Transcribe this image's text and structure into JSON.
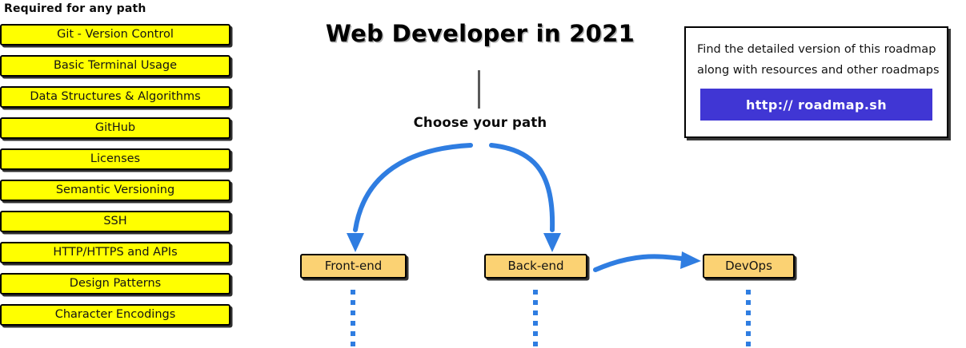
{
  "required": {
    "heading": "Required for any path",
    "items": [
      {
        "label": "Git - Version Control"
      },
      {
        "label": "Basic Terminal Usage"
      },
      {
        "label": "Data Structures & Algorithms"
      },
      {
        "label": "GitHub"
      },
      {
        "label": "Licenses"
      },
      {
        "label": "Semantic Versioning"
      },
      {
        "label": "SSH"
      },
      {
        "label": "HTTP/HTTPS and APIs"
      },
      {
        "label": "Design Patterns"
      },
      {
        "label": "Character Encodings"
      }
    ]
  },
  "flow": {
    "title": "Web Developer in 2021",
    "choose_label": "Choose your path",
    "paths": [
      {
        "label": "Front-end"
      },
      {
        "label": "Back-end"
      },
      {
        "label": "DevOps"
      }
    ]
  },
  "info_card": {
    "line1": "Find the detailed version of this roadmap",
    "line2": "along with resources and other roadmaps",
    "cta_label": "http:// roadmap.sh"
  },
  "colors": {
    "required_box_fill": "#ffff00",
    "path_box_fill": "#fbd273",
    "arrow_blue": "#2f7de1",
    "cta_blue": "#4036d4",
    "stem_gray": "#5a5a5a",
    "outline_black": "#000000"
  }
}
